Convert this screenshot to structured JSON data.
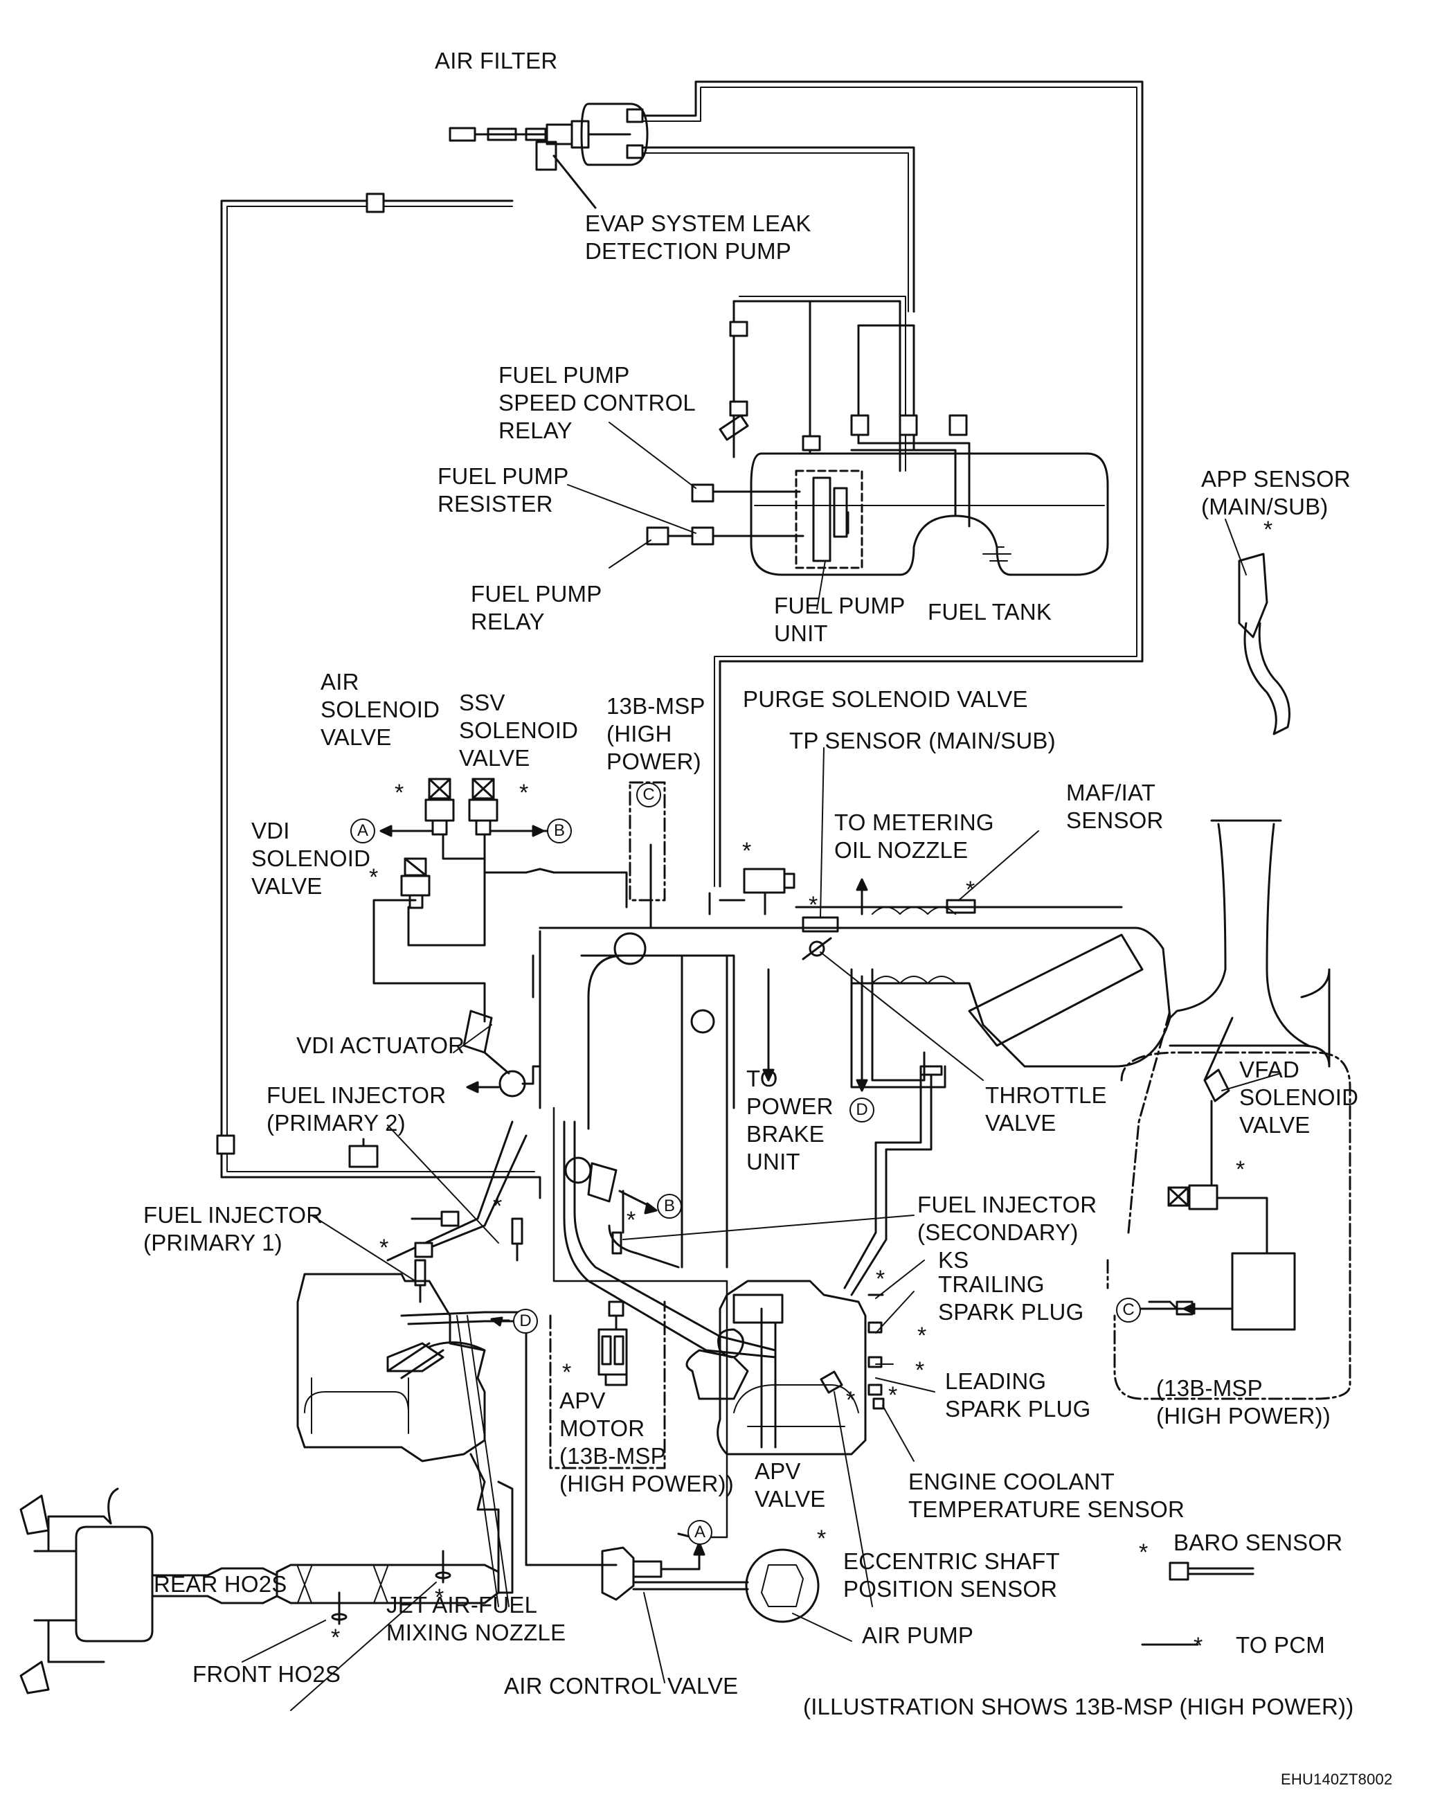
{
  "labels": {
    "air_filter": "AIR FILTER",
    "evap_leak_pump": [
      "EVAP SYSTEM LEAK",
      "DETECTION PUMP"
    ],
    "fuel_pump_speed_relay": [
      "FUEL PUMP",
      "SPEED CONTROL",
      "RELAY"
    ],
    "fuel_pump_resister": [
      "FUEL PUMP",
      "RESISTER"
    ],
    "fuel_pump_relay": [
      "FUEL PUMP",
      "RELAY"
    ],
    "fuel_pump_unit": [
      "FUEL PUMP",
      "UNIT"
    ],
    "fuel_tank": "FUEL TANK",
    "app_sensor": [
      "APP SENSOR",
      "(MAIN/SUB)"
    ],
    "air_solenoid_valve": [
      "AIR",
      "SOLENOID",
      "VALVE"
    ],
    "ssv_solenoid_valve": [
      "SSV",
      "SOLENOID",
      "VALVE"
    ],
    "msp_high_power_top": [
      "13B-MSP",
      "(HIGH",
      "POWER)"
    ],
    "purge_solenoid_valve": "PURGE SOLENOID VALVE",
    "tp_sensor": "TP SENSOR (MAIN/SUB)",
    "maf_iat_sensor": [
      "MAF/IAT",
      "SENSOR"
    ],
    "to_metering_oil_nozzle": [
      "TO METERING",
      "OIL NOZZLE"
    ],
    "vdi_solenoid_valve": [
      "VDI",
      "SOLENOID",
      "VALVE"
    ],
    "vdi_actuator": "VDI ACTUATOR",
    "fuel_injector_primary2": [
      "FUEL INJECTOR",
      "(PRIMARY 2)"
    ],
    "to_power_brake_unit": [
      "TO",
      "POWER",
      "BRAKE",
      "UNIT"
    ],
    "throttle_valve": [
      "THROTTLE",
      "VALVE"
    ],
    "vfad_solenoid_valve": [
      "VFAD",
      "SOLENOID",
      "VALVE"
    ],
    "fuel_injector_primary1": [
      "FUEL INJECTOR",
      "(PRIMARY 1)"
    ],
    "fuel_injector_secondary": [
      "FUEL INJECTOR",
      "(SECONDARY)"
    ],
    "ks": "KS",
    "trailing_spark_plug": [
      "TRAILING",
      "SPARK PLUG"
    ],
    "leading_spark_plug": [
      "LEADING",
      "SPARK PLUG"
    ],
    "apv_motor": [
      "APV",
      "MOTOR",
      "(13B-MSP",
      "(HIGH POWER))"
    ],
    "apv_valve": [
      "APV",
      "VALVE"
    ],
    "msp_high_power_right": [
      "(13B-MSP",
      "(HIGH POWER))"
    ],
    "engine_coolant_temp_sensor": [
      "ENGINE COOLANT",
      "TEMPERATURE SENSOR"
    ],
    "baro_sensor": "BARO SENSOR",
    "eccentric_shaft_sensor": [
      "ECCENTRIC SHAFT",
      "POSITION SENSOR"
    ],
    "rear_ho2s": "REAR HO2S",
    "jet_air_fuel_nozzle": [
      "JET AIR-FUEL",
      "MIXING NOZZLE"
    ],
    "air_pump": "AIR PUMP",
    "front_ho2s": "FRONT HO2S",
    "air_control_valve": "AIR CONTROL VALVE",
    "to_pcm": "TO PCM",
    "illustration_note": "(ILLUSTRATION SHOWS 13B-MSP (HIGH POWER))",
    "figure_code": "EHU140ZT8002"
  },
  "connectors": {
    "a": "A",
    "b": "B",
    "c": "C",
    "d": "D"
  },
  "marks": {
    "asterisk": "*"
  }
}
